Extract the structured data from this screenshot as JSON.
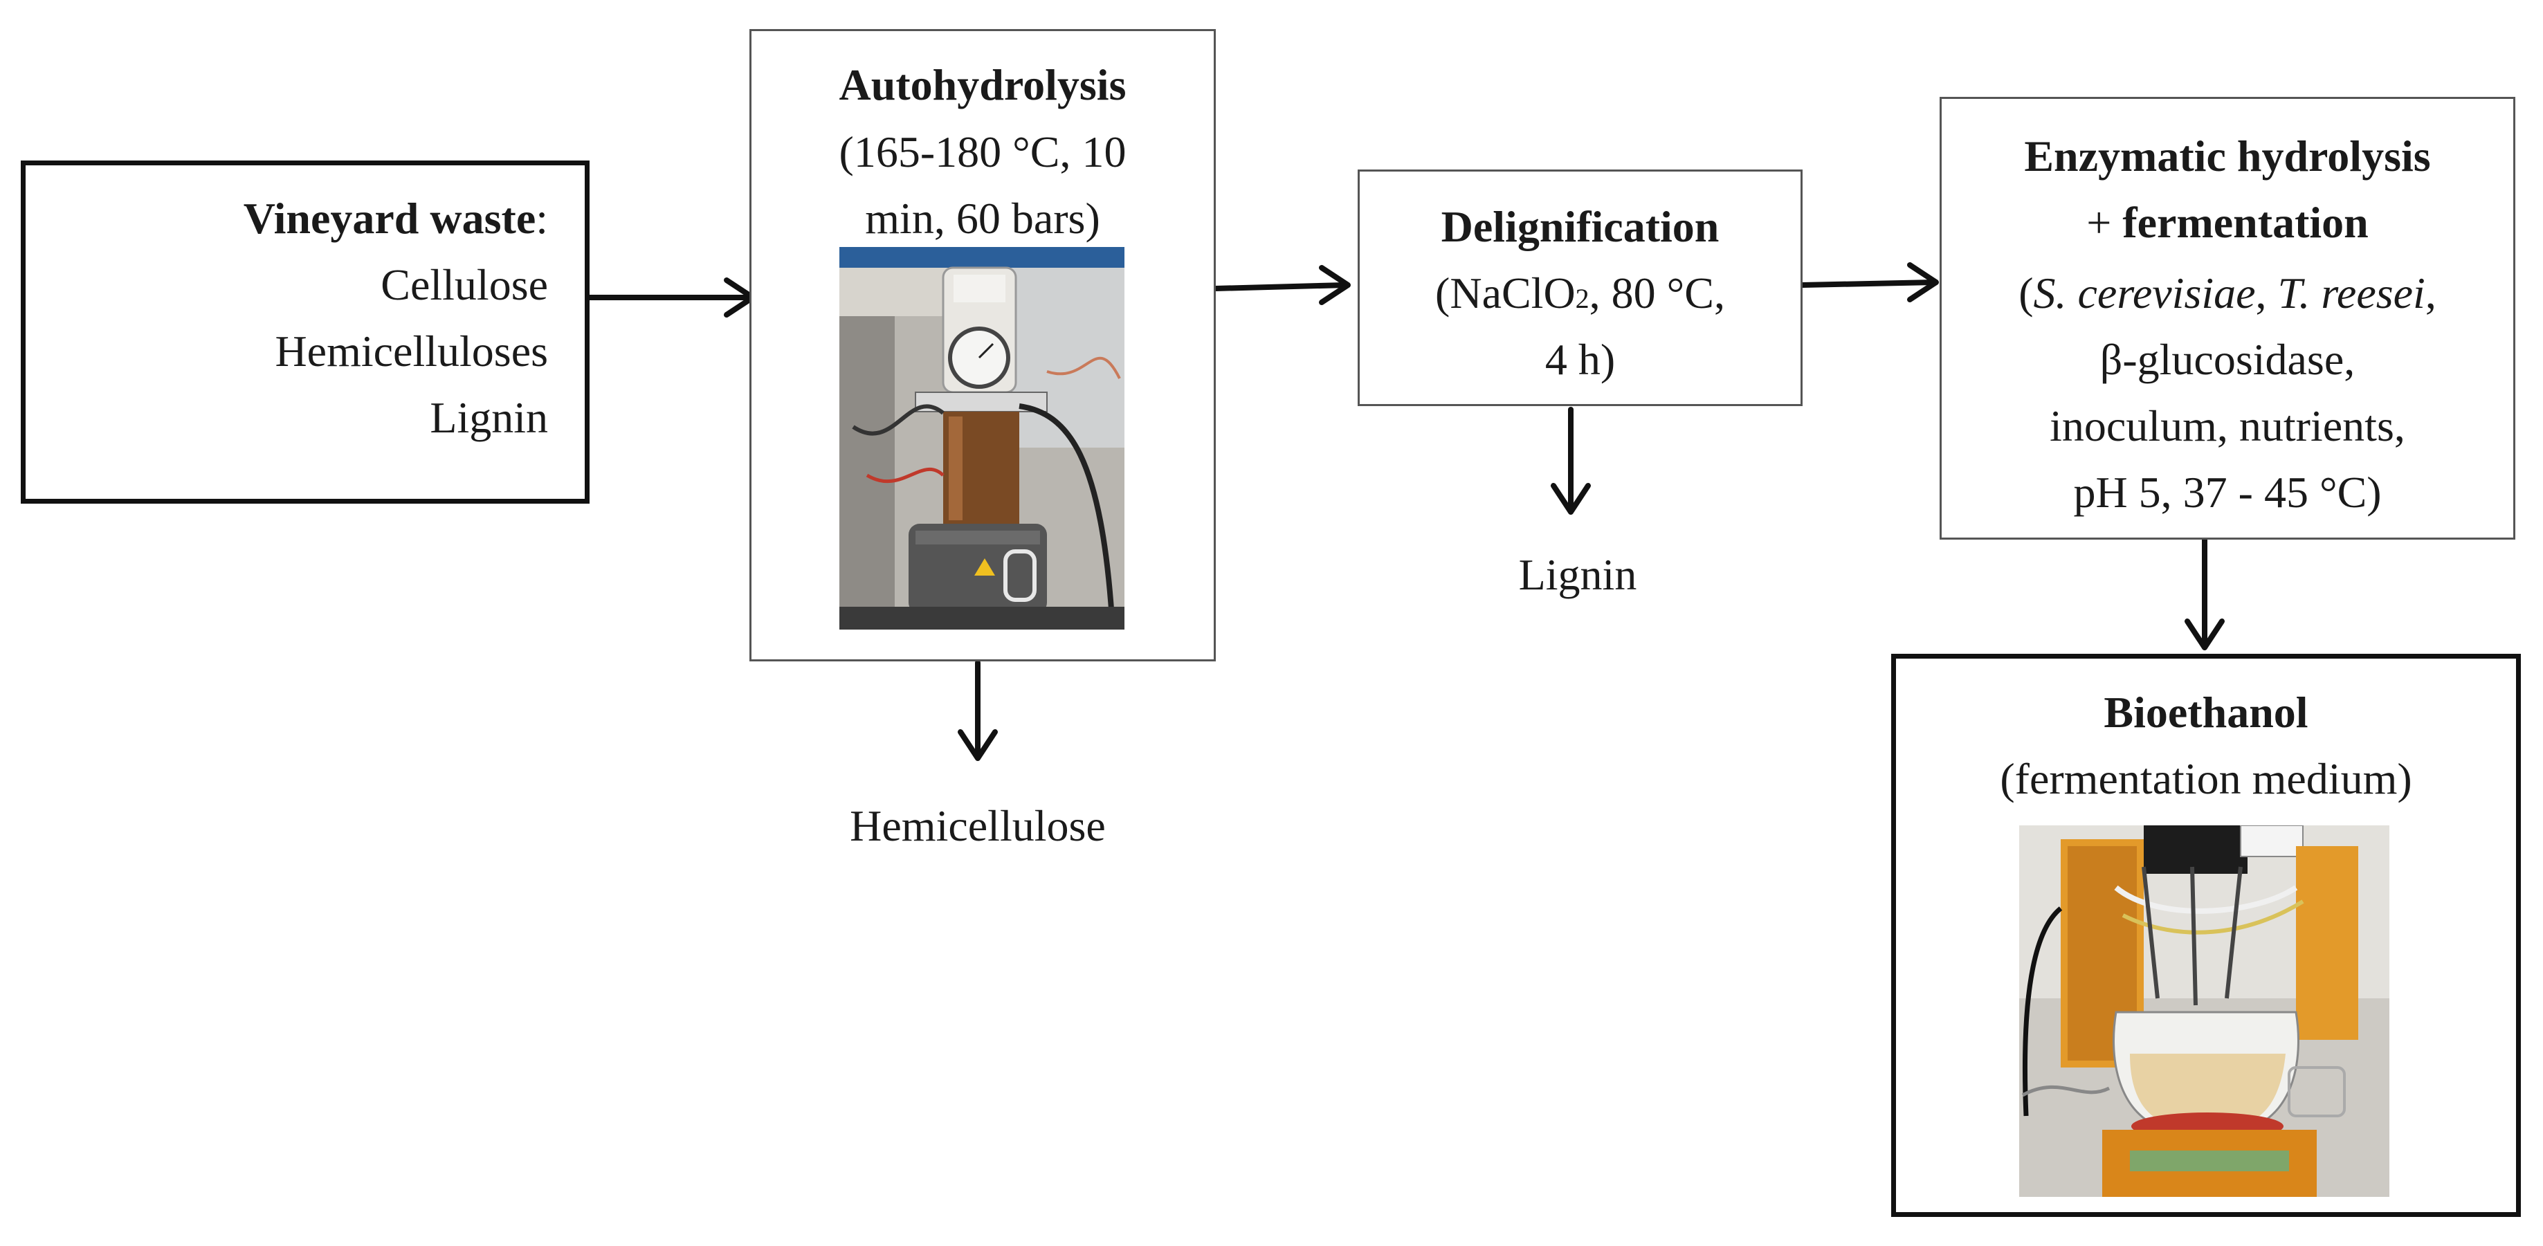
{
  "vineyard": {
    "title": "Vineyard waste",
    "colon": ":",
    "items": [
      "Cellulose",
      "Hemicelluloses",
      "Lignin"
    ]
  },
  "autohydrolysis": {
    "title": "Autohydrolysis",
    "line1": "(165-180 °C, 10",
    "line2": "min, 60 bars)",
    "photo": "pressure-reactor-photo"
  },
  "delignification": {
    "title": "Delignification",
    "line1_a": "(NaClO",
    "line1_sub": "2",
    "line1_b": ", 80 °C,",
    "line2": "4 h)"
  },
  "enzymatic": {
    "title1": "Enzymatic hydrolysis",
    "title2_plus": "+ ",
    "title2": "fermentation",
    "open_paren": "(",
    "org1": "S. cerevisiae",
    "comma": ", ",
    "org2": "T. reesei",
    "comma2": ",",
    "line2": "β-glucosidase,",
    "line3": "inoculum, nutrients,",
    "line4": "pH 5, 37 - 45 °C)"
  },
  "outputs": {
    "hemicellulose": "Hemicellulose",
    "lignin": "Lignin"
  },
  "bioethanol": {
    "title": "Bioethanol",
    "subtitle": "(fermentation medium)",
    "photo": "bioreactor-fermenter-photo"
  }
}
